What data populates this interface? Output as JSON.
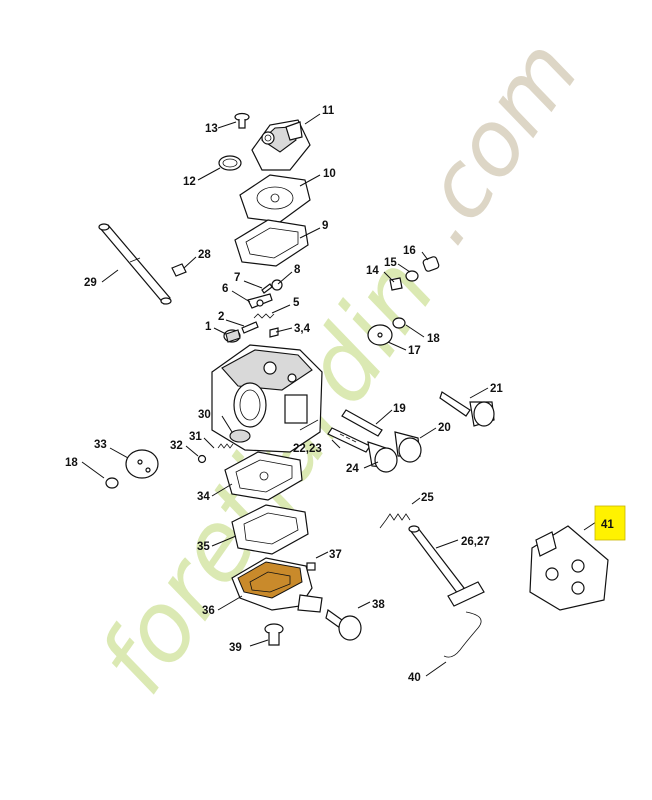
{
  "watermark": {
    "brand_green": "foretjardin",
    "brand_grey": ".com",
    "color_green": "#dbe9b3",
    "color_grey": "#ddd6c6"
  },
  "highlight": {
    "label": "41",
    "color": "#fff200"
  },
  "labels": {
    "p1": "1",
    "p2": "2",
    "p34": "3,4",
    "p5": "5",
    "p6": "6",
    "p7": "7",
    "p8": "8",
    "p9": "9",
    "p10": "10",
    "p11": "11",
    "p12": "12",
    "p13": "13",
    "p14": "14",
    "p15": "15",
    "p16": "16",
    "p17": "17",
    "p18a": "18",
    "p18b": "18",
    "p19": "19",
    "p20": "20",
    "p21": "21",
    "p2223": "22,23",
    "p24": "24",
    "p25": "25",
    "p2627": "26,27",
    "p28": "28",
    "p29": "29",
    "p30": "30",
    "p31": "31",
    "p32": "32",
    "p33": "33",
    "p34b": "34",
    "p35": "35",
    "p36": "36",
    "p37": "37",
    "p38": "38",
    "p39": "39",
    "p40": "40"
  }
}
